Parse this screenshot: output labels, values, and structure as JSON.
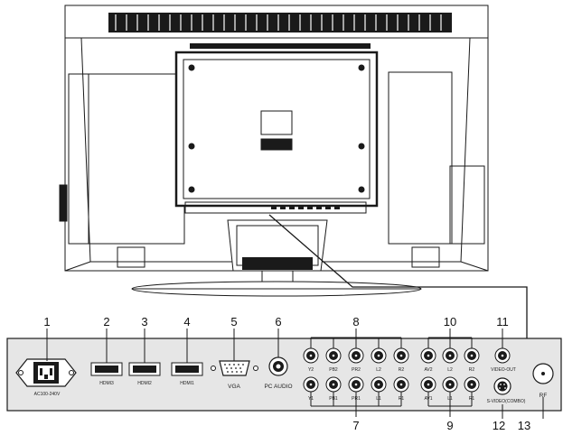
{
  "callouts": [
    "1",
    "2",
    "3",
    "4",
    "5",
    "6",
    "7",
    "8",
    "9",
    "10",
    "11",
    "12",
    "13"
  ],
  "labels": {
    "power": "AC100-240V",
    "hdmi3": "HDMI3",
    "hdmi2": "HDMI2",
    "hdmi1": "HDMI1",
    "vga": "VGA",
    "pc_audio": "PC AUDIO",
    "ypbpr2": [
      "Y2",
      "PB2",
      "PR2",
      "L2",
      "R2"
    ],
    "ypbpr1": [
      "Y1",
      "PB1",
      "PR1",
      "L1",
      "R1"
    ],
    "av2": [
      "AV2",
      "L2",
      "R2"
    ],
    "av1": [
      "AV1",
      "L1",
      "R1"
    ],
    "video_out": "VIDEO-OUT",
    "svideo": "S-VIDEO(COMBO)",
    "rf": "RF"
  },
  "colors": {
    "line": "#1a1a1a",
    "panel": "#e6e6e6",
    "tv_body": "#ffffff",
    "vent": "#1a1a1a"
  }
}
